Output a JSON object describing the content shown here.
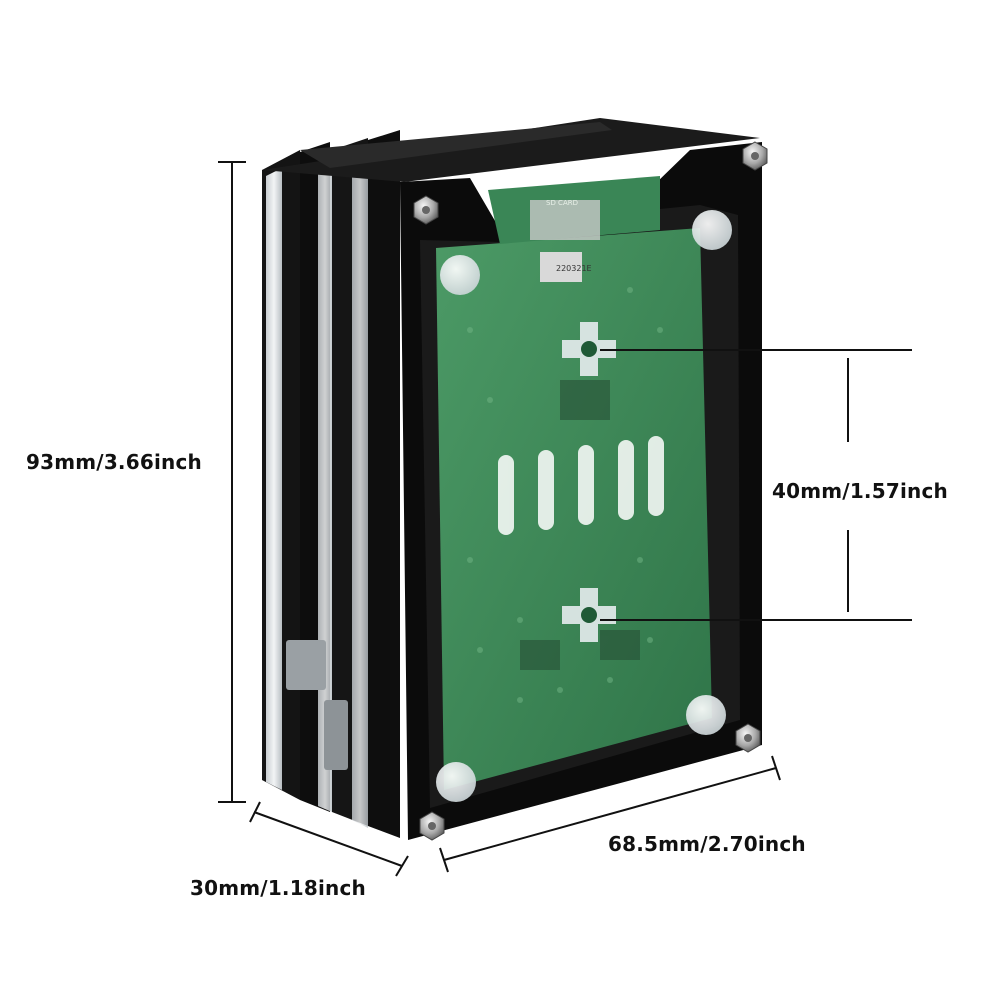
{
  "product_photo": {
    "description_colors": {
      "acrylic_black": "#111111",
      "acrylic_clear": "#d9dde0",
      "pcb_green": "#3f8a5a",
      "background": "#ffffff"
    },
    "dimensions": {
      "height": "93mm/3.66inch",
      "hole_spacing": "40mm/1.57inch",
      "depth": "30mm/1.18inch",
      "width": "68.5mm/2.70inch"
    },
    "board_markings": {
      "sd_card": "SD CARD",
      "chip_code": "220321E"
    }
  }
}
